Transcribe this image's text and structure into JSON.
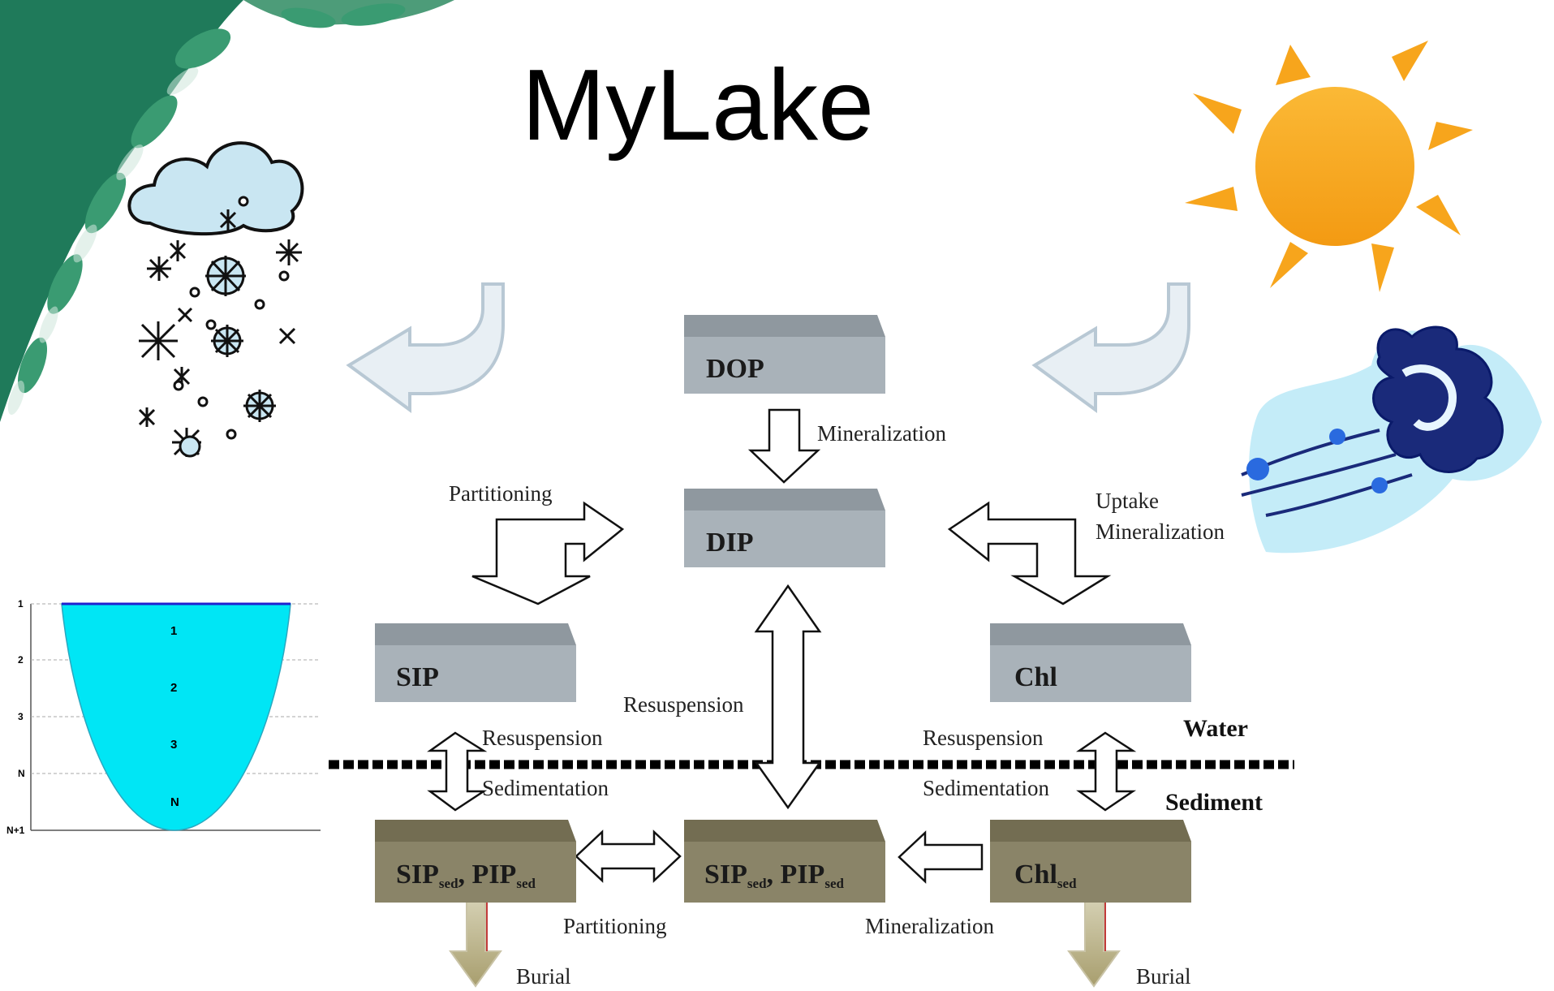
{
  "title": "MyLake",
  "boxes": {
    "dop": "DOP",
    "dip": "DIP",
    "sip": "SIP",
    "chl": "Chl",
    "sed_left": {
      "a": "SIP",
      "a_sub": "sed",
      "sep": ", ",
      "b": "PIP",
      "b_sub": "sed"
    },
    "sed_mid": {
      "a": "SIP",
      "a_sub": "sed",
      "sep": ", ",
      "b": "PIP",
      "b_sub": "sed"
    },
    "sed_right": {
      "a": "Chl",
      "a_sub": "sed"
    }
  },
  "labels": {
    "mineralization_top": "Mineralization",
    "partitioning_top": "Partitioning",
    "uptake": "Uptake",
    "mineralization_right": "Mineralization",
    "resuspension_center": "Resuspension",
    "resuspension_left": "Resuspension",
    "sedimentation_left": "Sedimentation",
    "resuspension_right": "Resuspension",
    "sedimentation_right": "Sedimentation",
    "partitioning_bottom": "Partitioning",
    "mineralization_bottom": "Mineralization",
    "burial_left": "Burial",
    "burial_right": "Burial"
  },
  "zones": {
    "water": "Water",
    "sediment": "Sediment"
  },
  "lake_profile": {
    "ticks": [
      "1",
      "2",
      "3",
      "N",
      "N+1"
    ],
    "layers": [
      "1",
      "2",
      "3",
      "N"
    ]
  },
  "colors": {
    "water_box": "#a9b2b9",
    "sediment_box": "#8a8468",
    "lake_fill": "#00e6f5",
    "sun": "#f7a51c",
    "leaves": "#1f7a5a"
  },
  "icons": [
    "leaf-canopy-icon",
    "snow-cloud-icon",
    "sun-icon",
    "wind-gust-icon"
  ]
}
